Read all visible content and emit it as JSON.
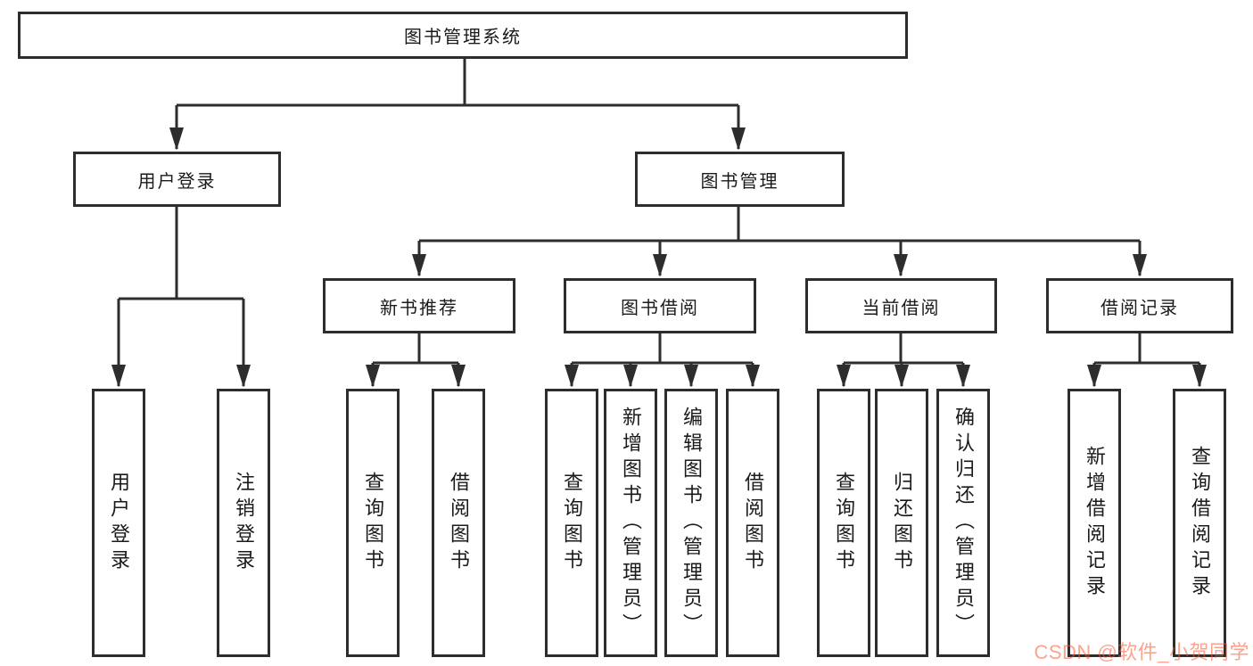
{
  "colors": {
    "line": "#2d2d2d",
    "text": "#1a1a1a",
    "background": "#ffffff",
    "watermark": "#fc5531"
  },
  "diagram": {
    "root": {
      "label": "图书管理系统"
    },
    "level2": [
      {
        "label": "用户登录"
      },
      {
        "label": "图书管理"
      }
    ],
    "level3": [
      {
        "label": "新书推荐"
      },
      {
        "label": "图书借阅"
      },
      {
        "label": "当前借阅"
      },
      {
        "label": "借阅记录"
      }
    ],
    "leaves": {
      "user_login": [
        "用户登录",
        "注销登录"
      ],
      "new_book": [
        "查询图书",
        "借阅图书"
      ],
      "book_borrow": [
        "查询图书",
        "新增图书（管理员）",
        "编辑图书（管理员）",
        "借阅图书"
      ],
      "current_borrow": [
        "查询图书",
        "归还图书",
        "确认归还（管理员）"
      ],
      "borrow_record": [
        "新增借阅记录",
        "查询借阅记录"
      ]
    }
  },
  "watermark": {
    "text": "CSDN @软件_小贺同学"
  }
}
